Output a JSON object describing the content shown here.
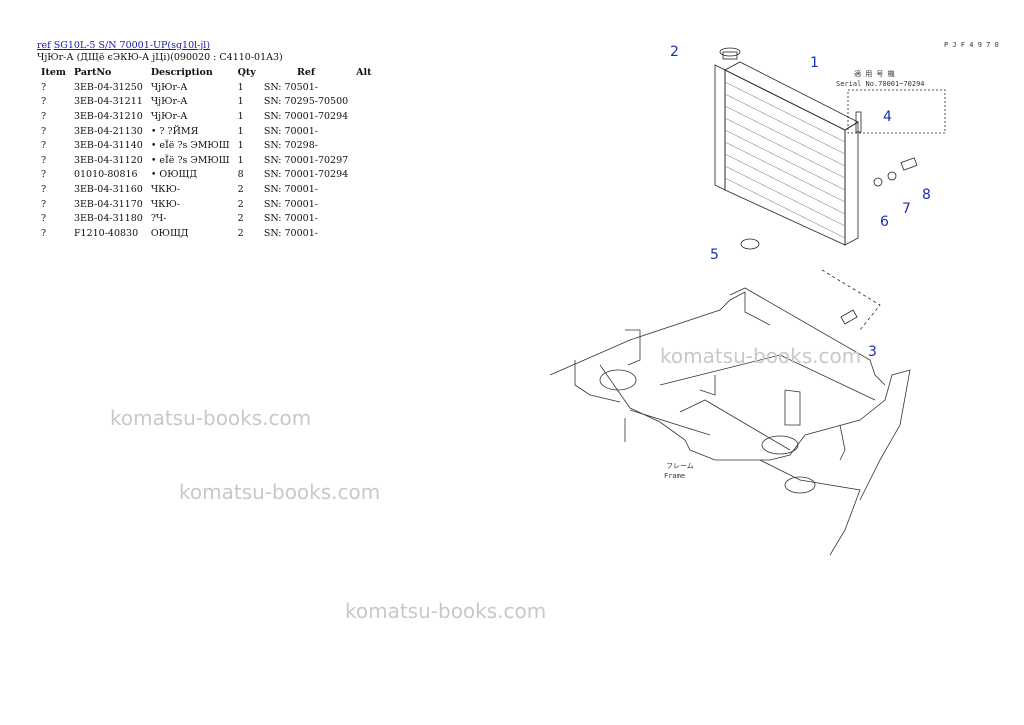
{
  "header": {
    "ref_link": "ref",
    "model_link": "SG10L-5 S/N 70001-UP(sg10l-jl)",
    "subtitle": "ЧјЮr-А (ДЩё єЭКЮ-А јЦі)(090020 : C4110-01A3)"
  },
  "table": {
    "columns": [
      "Item",
      "PartNo",
      "Description",
      "Qty",
      "Ref",
      "Alt"
    ],
    "rows": [
      {
        "item": "?",
        "partno": "3EB-04-31250",
        "desc": "ЧјЮr-А",
        "qty": "1",
        "ref": "SN: 70501-"
      },
      {
        "item": "?",
        "partno": "3EB-04-31211",
        "desc": "ЧјЮr-А",
        "qty": "1",
        "ref": "SN: 70295-70500"
      },
      {
        "item": "?",
        "partno": "3EB-04-31210",
        "desc": "ЧјЮr-А",
        "qty": "1",
        "ref": "SN: 70001-70294"
      },
      {
        "item": "?",
        "partno": "3EB-04-21130",
        "desc": "• ? ?ЙМЯ",
        "qty": "1",
        "ref": "SN: 70001-"
      },
      {
        "item": "?",
        "partno": "3EB-04-31140",
        "desc": "• еÏё ?s ЭМЮШ",
        "qty": "1",
        "ref": "SN: 70298-"
      },
      {
        "item": "?",
        "partno": "3EB-04-31120",
        "desc": "• еÏё ?s ЭМЮШ",
        "qty": "1",
        "ref": "SN: 70001-70297"
      },
      {
        "item": "?",
        "partno": "01010-80816",
        "desc": "• ОЮЩД",
        "qty": "8",
        "ref": "SN: 70001-70294"
      },
      {
        "item": "?",
        "partno": "3EB-04-31160",
        "desc": "ЧКЮ-",
        "qty": "2",
        "ref": "SN: 70001-"
      },
      {
        "item": "?",
        "partno": "3EB-04-31170",
        "desc": "ЧКЮ-",
        "qty": "2",
        "ref": "SN: 70001-"
      },
      {
        "item": "?",
        "partno": "3EB-04-31180",
        "desc": "?Ч-",
        "qty": "2",
        "ref": "SN: 70001-"
      },
      {
        "item": "?",
        "partno": "F1210-40830",
        "desc": "ОЮЩД",
        "qty": "2",
        "ref": "SN: 70001-"
      }
    ]
  },
  "watermarks": [
    "komatsu-books.com",
    "komatsu-books.com",
    "komatsu-books.com",
    "komatsu-books.com"
  ],
  "diagram": {
    "code": "P J F 4 9 7 0",
    "serial_jp": "適 用 号 機",
    "serial_no": "Serial No.70001~70294",
    "frame_jp": "フレーム",
    "frame_en": "Frame",
    "callouts": [
      "1",
      "2",
      "3",
      "4",
      "5",
      "6",
      "7",
      "8"
    ],
    "callout_color": "#1a2fb0"
  }
}
